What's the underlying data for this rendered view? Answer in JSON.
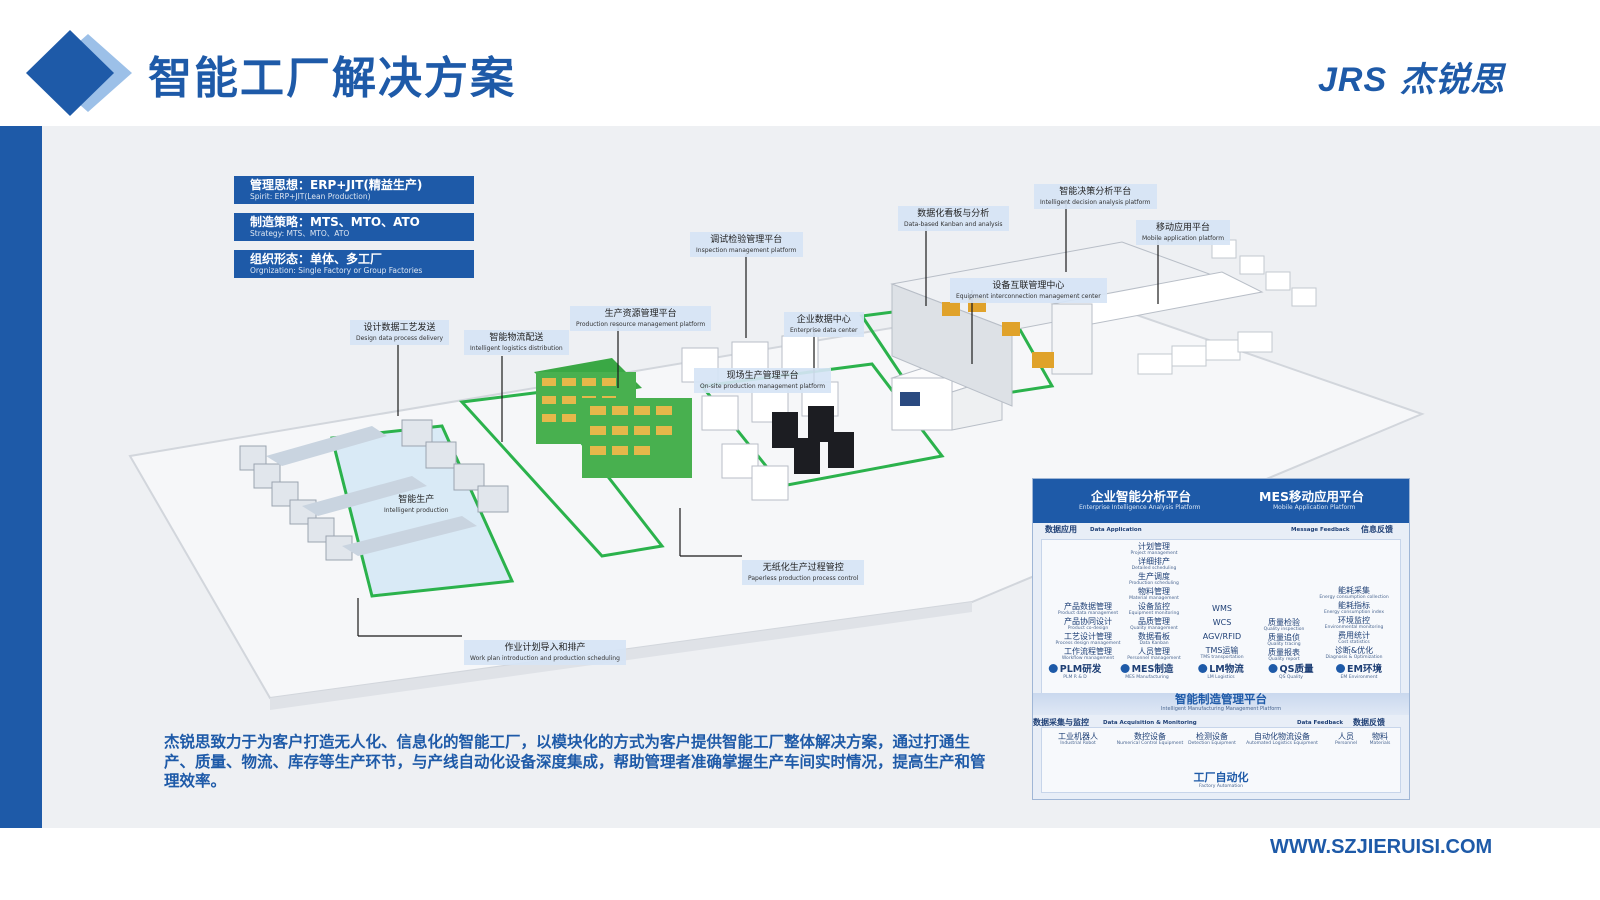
{
  "header": {
    "title": "智能工厂解决方案",
    "brand_latin": "JRS",
    "brand_cn": "杰锐思"
  },
  "colors": {
    "primary": "#1e5aa8",
    "light_accent": "#9cc0e8",
    "panel": "#eef0f3",
    "floor_line": "#2bb24c"
  },
  "concepts": [
    {
      "cn": "管理思想：ERP+JIT(精益生产)",
      "en": "Spirit: ERP+JIT(Lean Production)"
    },
    {
      "cn": "制造策略：MTS、MTO、ATO",
      "en": "Strategy: MTS、MTO、ATO"
    },
    {
      "cn": "组织形态：单体、多工厂",
      "en": "Orgnization: Single Factory or Group Factories"
    }
  ],
  "callouts": {
    "design_delivery": {
      "cn": "设计数据工艺发送",
      "en": "Design data process delivery"
    },
    "logistics": {
      "cn": "智能物流配送",
      "en": "Intelligent logistics distribution"
    },
    "resource": {
      "cn": "生产资源管理平台",
      "en": "Production resource management platform"
    },
    "inspection": {
      "cn": "调试检验管理平台",
      "en": "Inspection management platform"
    },
    "data_center": {
      "cn": "企业数据中心",
      "en": "Enterprise data center"
    },
    "onsite": {
      "cn": "现场生产管理平台",
      "en": "On-site production management platform"
    },
    "kanban": {
      "cn": "数据化看板与分析",
      "en": "Data-based Kanban and analysis"
    },
    "decision": {
      "cn": "智能决策分析平台",
      "en": "Intelligent decision analysis platform"
    },
    "mobile": {
      "cn": "移动应用平台",
      "en": "Mobile application platform"
    },
    "interconnect": {
      "cn": "设备互联管理中心",
      "en": "Equipment interconnection management center"
    },
    "smart_production": {
      "cn": "智能生产",
      "en": "Intelligent production"
    },
    "paperless": {
      "cn": "无纸化生产过程管控",
      "en": "Paperless production process control"
    },
    "work_plan": {
      "cn": "作业计划导入和排产",
      "en": "Work plan introduction and production scheduling"
    }
  },
  "description": "杰锐思致力于为客户打造无人化、信息化的智能工厂，以模块化的方式为客户提供智能工厂整体解决方案，通过打通生产、质量、物流、库存等生产环节，与产线自动化设备深度集成，帮助管理者准确掌握生产车间实时情况，提高生产和管理效率。",
  "architecture": {
    "top_left": {
      "cn": "企业智能分析平台",
      "en": "Enterprise Intelligence Analysis Platform"
    },
    "top_right": {
      "cn": "MES移动应用平台",
      "en": "Mobile Application Platform"
    },
    "data_application": {
      "cn": "数据应用",
      "en": "Data Application"
    },
    "message_feedback": {
      "cn": "信息反馈",
      "en": "Message Feedback"
    },
    "center_items": [
      {
        "cn": "计划管理",
        "en": "Project management"
      },
      {
        "cn": "详细排产",
        "en": "Detailed scheduling"
      },
      {
        "cn": "生产调度",
        "en": "Production scheduling"
      },
      {
        "cn": "物料管理",
        "en": "Material management"
      },
      {
        "cn": "设备监控",
        "en": "Equipment monitoring"
      },
      {
        "cn": "品质管理",
        "en": "Quality management"
      },
      {
        "cn": "数据看板",
        "en": "Data Kanban"
      },
      {
        "cn": "人员管理",
        "en": "Personnel management"
      }
    ],
    "left_items": [
      {
        "cn": "产品数据管理",
        "en": "Product data management"
      },
      {
        "cn": "产品协同设计",
        "en": "Product co-design"
      },
      {
        "cn": "工艺设计管理",
        "en": "Process design management"
      },
      {
        "cn": "工作流程管理",
        "en": "Workflow management"
      }
    ],
    "lm_items": [
      {
        "cn": "WMS",
        "en": ""
      },
      {
        "cn": "WCS",
        "en": ""
      },
      {
        "cn": "AGV/RFID",
        "en": ""
      },
      {
        "cn": "TMS运输",
        "en": "TMS transportation"
      }
    ],
    "qs_items": [
      {
        "cn": "质量检验",
        "en": "Quality inspection"
      },
      {
        "cn": "质量追侦",
        "en": "Quality tracing"
      },
      {
        "cn": "质量报表",
        "en": "Quality report"
      }
    ],
    "em_items": [
      {
        "cn": "能耗采集",
        "en": "Energy consumption collection"
      },
      {
        "cn": "能耗指标",
        "en": "Energy consumption index"
      },
      {
        "cn": "环境监控",
        "en": "Environmental monitoring"
      },
      {
        "cn": "费用统计",
        "en": "Cost statistics"
      },
      {
        "cn": "诊断&优化",
        "en": "Diagnosis & Optimization"
      }
    ],
    "modules": [
      {
        "cn": "PLM研发",
        "en": "PLM R & D"
      },
      {
        "cn": "MES制造",
        "en": "MES Manufacturing"
      },
      {
        "cn": "LM物流",
        "en": "LM Logistics"
      },
      {
        "cn": "QS质量",
        "en": "QS Quality"
      },
      {
        "cn": "EM环境",
        "en": "EM Environment"
      }
    ],
    "platform": {
      "cn": "智能制造管理平台",
      "en": "Intelligent Manufacturing Management Platform"
    },
    "data_acquisition": {
      "cn": "数据采集与监控",
      "en": "Data Acquisition & Monitoring"
    },
    "data_feedback": {
      "cn": "数据反馈",
      "en": "Data Feedback"
    },
    "equipment": [
      {
        "cn": "工业机器人",
        "en": "Industrial Robot"
      },
      {
        "cn": "数控设备",
        "en": "Numerical Control Equipment"
      },
      {
        "cn": "检测设备",
        "en": "Detection Equipment"
      },
      {
        "cn": "自动化物流设备",
        "en": "Automated Logistics Equipment"
      },
      {
        "cn": "人员",
        "en": "Personnel"
      },
      {
        "cn": "物料",
        "en": "Materials"
      }
    ],
    "automation": {
      "cn": "工厂自动化",
      "en": "Factory Automation"
    }
  },
  "website": "WWW.SZJIERUISI.COM"
}
